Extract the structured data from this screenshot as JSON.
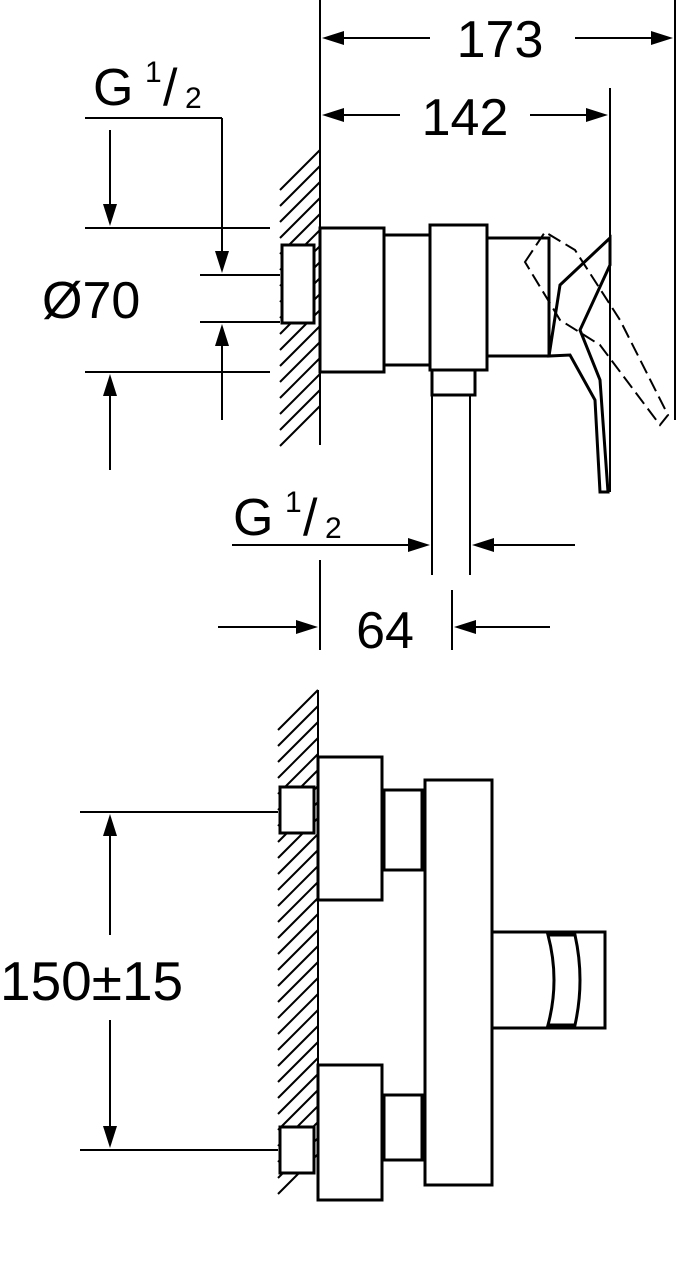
{
  "side_view": {
    "overall_depth": "173",
    "handle_depth": "142",
    "inlet_thread": {
      "letter": "G",
      "num": "1",
      "den": "2"
    },
    "diameter": "Ø70",
    "outlet_thread": {
      "letter": "G",
      "num": "1",
      "den": "2"
    },
    "outlet_offset": "64"
  },
  "front_view": {
    "inlet_spacing": "150±15"
  }
}
